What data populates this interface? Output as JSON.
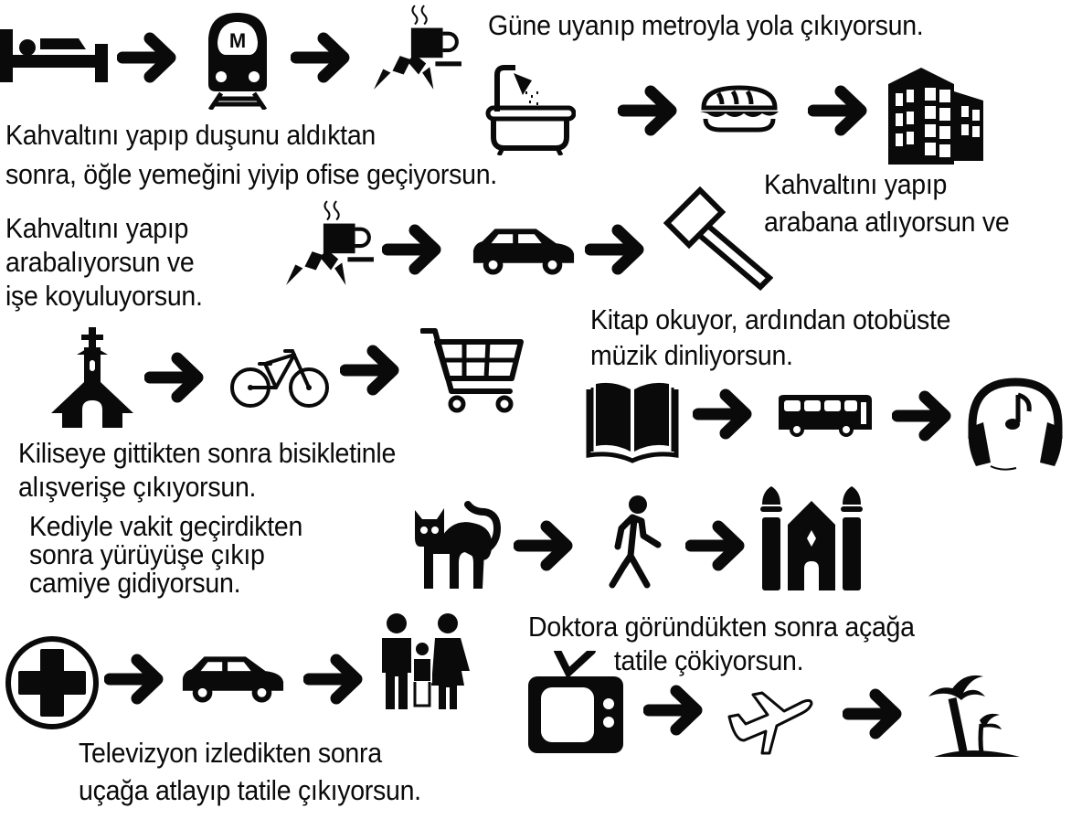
{
  "captions": [
    {
      "id": "c1",
      "lines": [
        "Güne uyanıp metroyla yola çıkıyorsun."
      ]
    },
    {
      "id": "c2",
      "lines": [
        "Kahvaltını yapıp duşunu aldıktan",
        "sonra, öğle yemeğini yiyip ofise geçiyorsun."
      ]
    },
    {
      "id": "c3",
      "lines": [
        "Kahvaltını yapıp",
        "arabana atlıyorsun ve"
      ]
    },
    {
      "id": "c4",
      "lines": [
        "Kahvaltını yapıp",
        "arabalıyorsun ve",
        "işe koyuluyorsun."
      ]
    },
    {
      "id": "c5",
      "lines": [
        "Kitap okuyor, ardından otobüste",
        "müzik dinliyorsun."
      ]
    },
    {
      "id": "c6",
      "lines": [
        "Kiliseye gittikten sonra bisikletinle",
        "alışverişe çıkıyorsun."
      ]
    },
    {
      "id": "c7",
      "lines": [
        "Kediyle vakit geçirdikten",
        "sonra yürüyüşe çıkıp",
        "camiye gidiyorsun."
      ]
    },
    {
      "id": "c8",
      "lines": [
        "Doktora göründükten sonra açağa",
        "tatile çökiyorsun."
      ]
    },
    {
      "id": "c9",
      "lines": [
        "Televizyon izledikten sonra",
        "uçağa atlayıp tatile çıkıyorsun."
      ]
    }
  ],
  "sequences": [
    {
      "id": "s1",
      "icons": [
        "bed-icon",
        "arrow-right-icon",
        "metro-train-icon",
        "arrow-right-icon",
        "coffee-croissant-icon"
      ]
    },
    {
      "id": "s2",
      "icons": [
        "bathtub-shower-icon",
        "arrow-right-icon",
        "sandwich-icon",
        "arrow-right-icon",
        "office-building-icon"
      ]
    },
    {
      "id": "s3",
      "icons": [
        "coffee-croissant-icon",
        "arrow-right-icon",
        "car-icon",
        "arrow-right-icon",
        "hammer-icon"
      ]
    },
    {
      "id": "s4",
      "icons": [
        "church-icon",
        "arrow-right-icon",
        "bicycle-icon",
        "arrow-right-icon",
        "shopping-cart-icon"
      ]
    },
    {
      "id": "s5",
      "icons": [
        "book-icon",
        "arrow-right-icon",
        "bus-icon",
        "arrow-right-icon",
        "headphones-music-icon"
      ]
    },
    {
      "id": "s6",
      "icons": [
        "cat-icon",
        "arrow-right-icon",
        "pedestrian-walking-icon",
        "arrow-right-icon",
        "synagogue-icon"
      ]
    },
    {
      "id": "s7",
      "icons": [
        "medical-cross-icon",
        "arrow-right-icon",
        "car-icon",
        "arrow-right-icon",
        "family-icon"
      ]
    },
    {
      "id": "s8",
      "icons": [
        "television-icon",
        "arrow-right-icon",
        "airplane-icon",
        "arrow-right-icon",
        "palm-island-icon"
      ]
    }
  ],
  "colors": {
    "ink": "#0a0a0a",
    "background": "#ffffff"
  }
}
